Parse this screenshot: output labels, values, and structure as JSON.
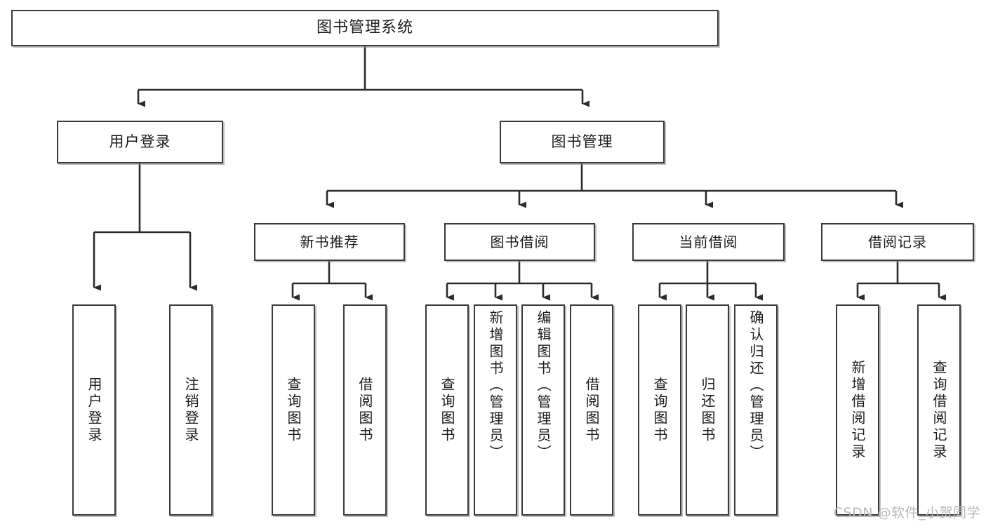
{
  "diagram": {
    "title": "图书管理系统",
    "type": "hierarchy-tree",
    "watermark": "CSDN @软件_小贺同学",
    "colors": {
      "border": "#3a3a3a",
      "background": "#ffffff",
      "text": "#1b1b1b",
      "connector": "#2b2b2b",
      "watermark": "#b9b9b9"
    },
    "nodes": {
      "root": {
        "label": "图书管理系统"
      },
      "level2": [
        {
          "id": "user-login",
          "label": "用户登录"
        },
        {
          "id": "book-manage",
          "label": "图书管理"
        }
      ],
      "level3": [
        {
          "id": "new-book-recommend",
          "label": "新书推荐"
        },
        {
          "id": "book-borrow",
          "label": "图书借阅"
        },
        {
          "id": "current-borrow",
          "label": "当前借阅"
        },
        {
          "id": "borrow-record",
          "label": "借阅记录"
        }
      ],
      "leaves": {
        "user-login": [
          {
            "id": "leaf-user-login",
            "label": "用户登录"
          },
          {
            "id": "leaf-user-logout",
            "label": "注销登录"
          }
        ],
        "new-book-recommend": [
          {
            "id": "leaf-query-book-1",
            "label": "查询图书"
          },
          {
            "id": "leaf-borrow-book-1",
            "label": "借阅图书"
          }
        ],
        "book-borrow": [
          {
            "id": "leaf-query-book-2",
            "label": "查询图书"
          },
          {
            "id": "leaf-add-book",
            "label": "新增图书（管理员）"
          },
          {
            "id": "leaf-edit-book",
            "label": "编辑图书（管理员）"
          },
          {
            "id": "leaf-borrow-book-2",
            "label": "借阅图书"
          }
        ],
        "current-borrow": [
          {
            "id": "leaf-query-book-3",
            "label": "查询图书"
          },
          {
            "id": "leaf-return-book",
            "label": "归还图书"
          },
          {
            "id": "leaf-confirm-return",
            "label": "确认归还（管理员）"
          }
        ],
        "borrow-record": [
          {
            "id": "leaf-add-record",
            "label": "新增借阅记录"
          },
          {
            "id": "leaf-query-record",
            "label": "查询借阅记录"
          }
        ]
      }
    }
  }
}
